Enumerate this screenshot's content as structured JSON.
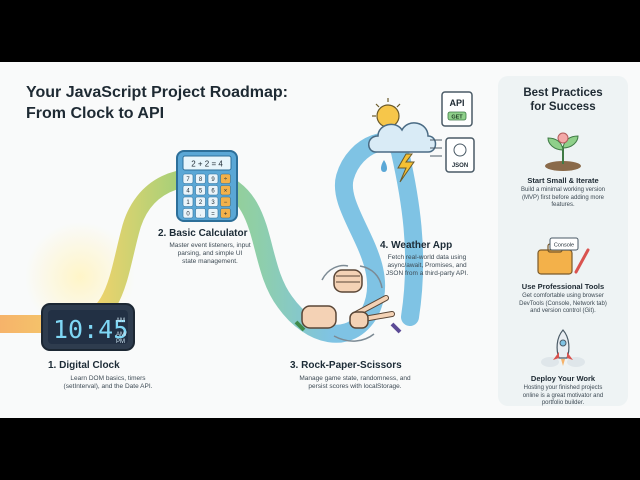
{
  "header": {
    "title_line1": "Your JavaScript Project Roadmap:",
    "title_line2": "From Clock to API"
  },
  "steps": [
    {
      "title": "1. Digital Clock",
      "desc_lines": [
        "Learn DOM basics, timers",
        "(setInterval), and the Date API."
      ]
    },
    {
      "title": "2. Basic Calculator",
      "desc_lines": [
        "Master event listeners, input",
        "parsing, and simple UI",
        "state management."
      ]
    },
    {
      "title": "3. Rock-Paper-Scissors",
      "desc_lines": [
        "Manage game state, randomness, and",
        "persist scores with localStorage."
      ]
    },
    {
      "title": "4. Weather App",
      "desc_lines": [
        "Fetch real-world data using",
        "async/await, Promises, and",
        "JSON from a third-party API."
      ]
    }
  ],
  "clock": {
    "time": "10:45",
    "am": "AM",
    "ampm": "AM/\nPM"
  },
  "calculator": {
    "display": "2 + 2 = 4",
    "keys": [
      "7",
      "8",
      "9",
      "÷",
      "4",
      "5",
      "6",
      "×",
      "1",
      "2",
      "3",
      "−",
      "0",
      ".",
      "=",
      "+"
    ]
  },
  "weather": {
    "api_label": "API",
    "get_label": "GET",
    "json_label": "JSON"
  },
  "best_practices": {
    "title_line1": "Best Practices",
    "title_line2": "for Success",
    "items": [
      {
        "title": "Start Small & Iterate",
        "desc_lines": [
          "Build a minimal working version",
          "(MVP) first before adding more",
          "features."
        ],
        "icon": "sprout-icon"
      },
      {
        "title": "Use Professional Tools",
        "desc_lines": [
          "Get comfortable using browser",
          "DevTools (Console, Network tab)",
          "and version control (Git)."
        ],
        "icon": "toolbox-icon",
        "badge": "Console"
      },
      {
        "title": "Deploy Your Work",
        "desc_lines": [
          "Hosting your finished projects",
          "online is a great motivator and",
          "portfolio builder."
        ],
        "icon": "rocket-icon"
      }
    ]
  },
  "colors": {
    "road_orange": "#f6b36a",
    "road_yellow": "#f3d36b",
    "road_green": "#9fd07a",
    "road_blue": "#7fc3e4",
    "clock_digits": "#7fd7f5",
    "calc_body": "#5aa7d6"
  }
}
